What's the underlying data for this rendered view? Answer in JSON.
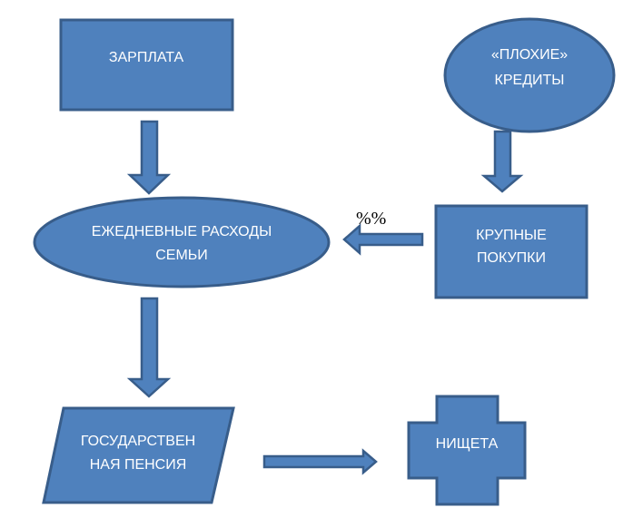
{
  "diagram": {
    "colors": {
      "fill": "#4f81bd",
      "stroke": "#385d8a",
      "text": "#ffffff",
      "annotation": "#000000"
    },
    "nodes": {
      "salary": {
        "shape": "rectangle",
        "lines": [
          "ЗАРПЛАТА"
        ]
      },
      "bad_credits": {
        "shape": "ellipse",
        "lines": [
          "«ПЛОХИЕ»",
          "КРЕДИТЫ"
        ]
      },
      "daily_expenses": {
        "shape": "ellipse",
        "lines": [
          "ЕЖЕДНЕВНЫЕ РАСХОДЫ",
          "СЕМЬИ"
        ]
      },
      "big_purchases": {
        "shape": "rectangle",
        "lines": [
          "КРУПНЫЕ",
          "ПОКУПКИ"
        ]
      },
      "state_pension": {
        "shape": "parallelogram",
        "lines": [
          "ГОСУДАРСТВЕН",
          "НАЯ ПЕНСИЯ"
        ]
      },
      "poverty": {
        "shape": "cross",
        "lines": [
          "НИЩЕТА"
        ]
      }
    },
    "edges": [
      {
        "from": "salary",
        "to": "daily_expenses",
        "label": ""
      },
      {
        "from": "bad_credits",
        "to": "big_purchases",
        "label": ""
      },
      {
        "from": "big_purchases",
        "to": "daily_expenses",
        "label": "%%"
      },
      {
        "from": "daily_expenses",
        "to": "state_pension",
        "label": ""
      },
      {
        "from": "state_pension",
        "to": "poverty",
        "label": ""
      }
    ],
    "annotation_percent": "%%"
  }
}
